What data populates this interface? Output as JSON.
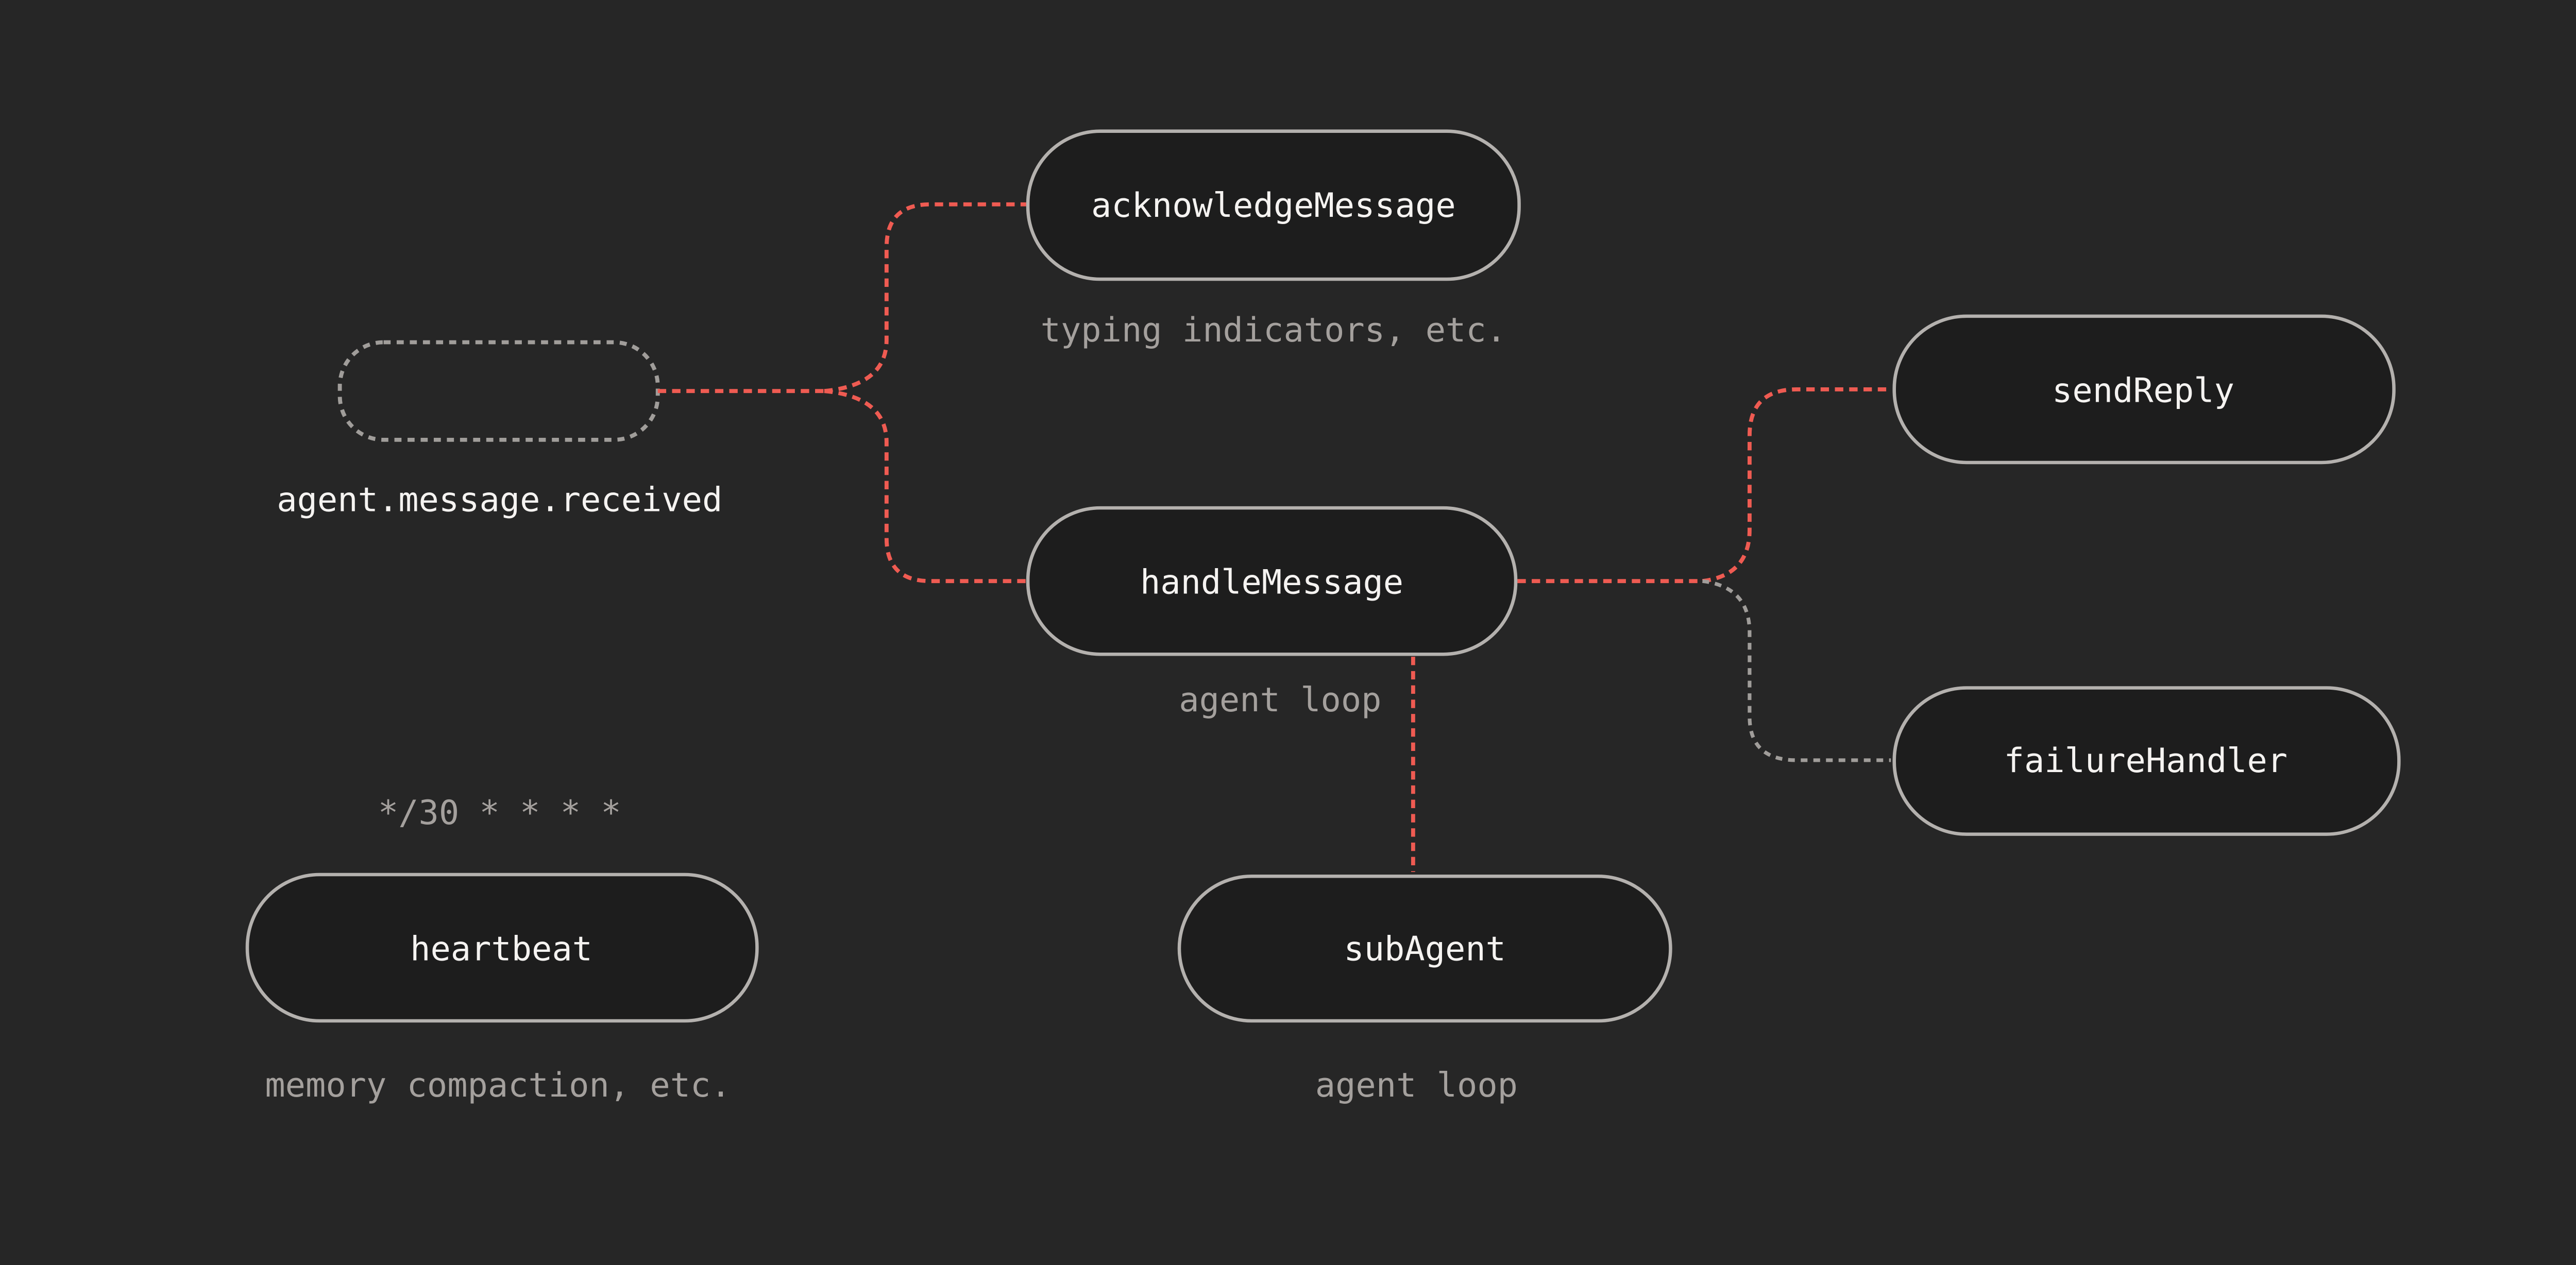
{
  "meta": {
    "title": "agent event flow diagram"
  },
  "colors": {
    "background": "#262626",
    "node_fill": "#1d1d1d",
    "node_border": "#b4b1ae",
    "dashed_node_border": "#a09d9a",
    "edge_active": "#ef5b52",
    "edge_inactive": "#a09d9a",
    "node_label": "#f5f3f1",
    "caption": "#a4a09d"
  },
  "nodes": {
    "event_trigger": {
      "label": "",
      "caption": "agent.message.received"
    },
    "acknowledge_message": {
      "label": "acknowledgeMessage",
      "caption": "typing indicators, etc."
    },
    "handle_message": {
      "label": "handleMessage",
      "caption": "agent loop"
    },
    "send_reply": {
      "label": "sendReply"
    },
    "failure_handler": {
      "label": "failureHandler"
    },
    "heartbeat": {
      "schedule": "*/30 * * * *",
      "label": "heartbeat",
      "caption": "memory compaction, etc."
    },
    "sub_agent": {
      "label": "subAgent",
      "caption": "agent loop"
    }
  },
  "edges": [
    {
      "from": "event_trigger",
      "to": "acknowledge_message",
      "style": "active-dashed"
    },
    {
      "from": "event_trigger",
      "to": "handle_message",
      "style": "active-dashed"
    },
    {
      "from": "handle_message",
      "to": "send_reply",
      "style": "active-dashed"
    },
    {
      "from": "handle_message",
      "to": "failure_handler",
      "style": "inactive-dashed"
    },
    {
      "from": "handle_message",
      "to": "sub_agent",
      "style": "active-dashed"
    }
  ]
}
